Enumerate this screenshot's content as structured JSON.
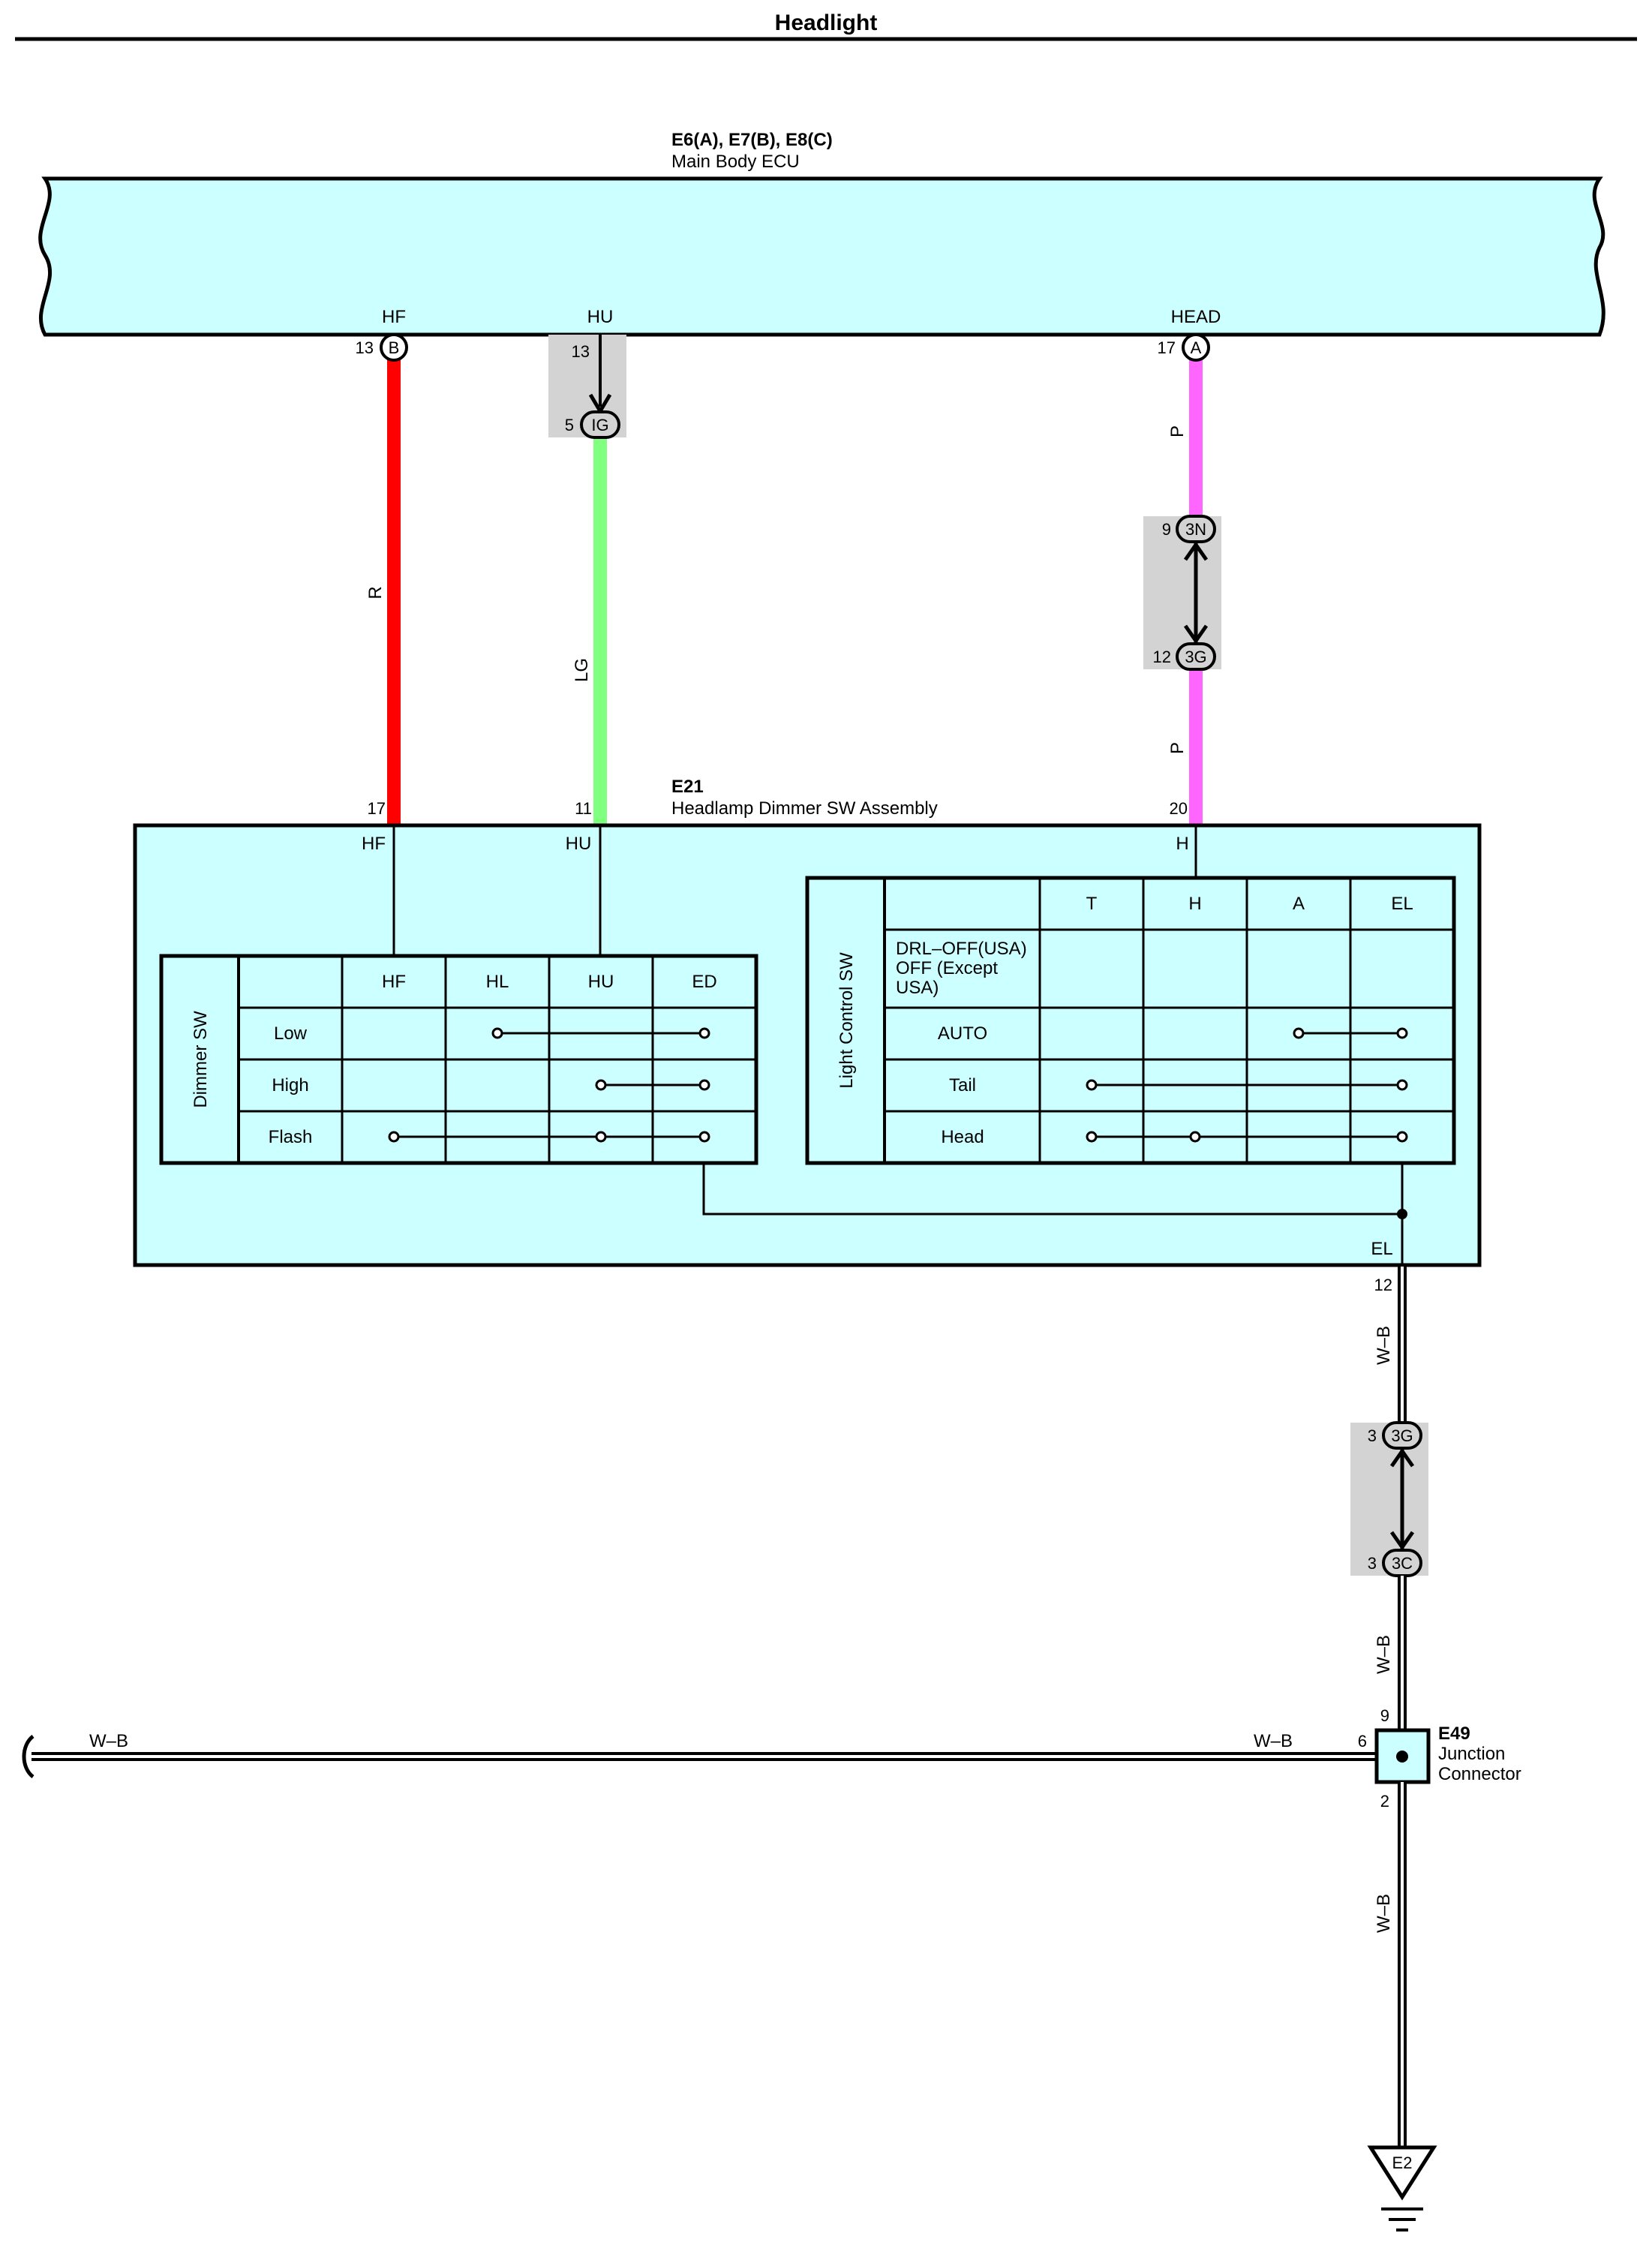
{
  "title": "Headlight",
  "ecu": {
    "codes": "E6(A), E7(B), E8(C)",
    "name": "Main Body ECU",
    "terms": [
      "HF",
      "HU",
      "HEAD"
    ]
  },
  "ecu_pins": {
    "hf": "13",
    "hf_conn": "B",
    "hu": "13",
    "head": "17",
    "head_conn": "A"
  },
  "ig": {
    "pin": "5",
    "label": "IG"
  },
  "wires": {
    "r": "R",
    "lg": "LG",
    "p1": "P",
    "p2": "P",
    "wb1": "W–B",
    "wb2": "W–B",
    "wb3": "W–B",
    "wb_left": "W–B",
    "wb_right": "W–B"
  },
  "conn3n": {
    "pin": "9",
    "label": "3N"
  },
  "conn3g_top": {
    "pin": "12",
    "label": "3G"
  },
  "dimmer_asm": {
    "code": "E21",
    "name": "Headlamp Dimmer SW Assembly",
    "pins": [
      "17",
      "11",
      "20"
    ],
    "terms": [
      "HF",
      "HU",
      "H"
    ],
    "el_term": "EL",
    "el_pin": "12"
  },
  "dimmer_sw": {
    "label": "Dimmer SW",
    "columns": [
      "HF",
      "HL",
      "HU",
      "ED"
    ],
    "rows": [
      "Low",
      "High",
      "Flash"
    ]
  },
  "light_sw": {
    "label": "Light Control SW",
    "columns": [
      "T",
      "H",
      "A",
      "EL"
    ],
    "row0": [
      "DRL–OFF(USA)",
      "OFF (Except",
      "USA)"
    ],
    "rows": [
      "AUTO",
      "Tail",
      "Head"
    ]
  },
  "conn3g_mid": {
    "pin": "3",
    "label": "3G"
  },
  "conn3c": {
    "pin": "3",
    "label": "3C"
  },
  "junction": {
    "code": "E49",
    "name1": "Junction",
    "name2": "Connector",
    "pin_top": "9",
    "pin_left": "6",
    "pin_bottom": "2"
  },
  "ground": {
    "label": "E2"
  },
  "colors": {
    "ecu_fill": "#ccffff",
    "red": "#ff0000",
    "light_green": "#80ff80",
    "pink": "#ff66ff",
    "connector_bg": "#d3d3d3"
  }
}
